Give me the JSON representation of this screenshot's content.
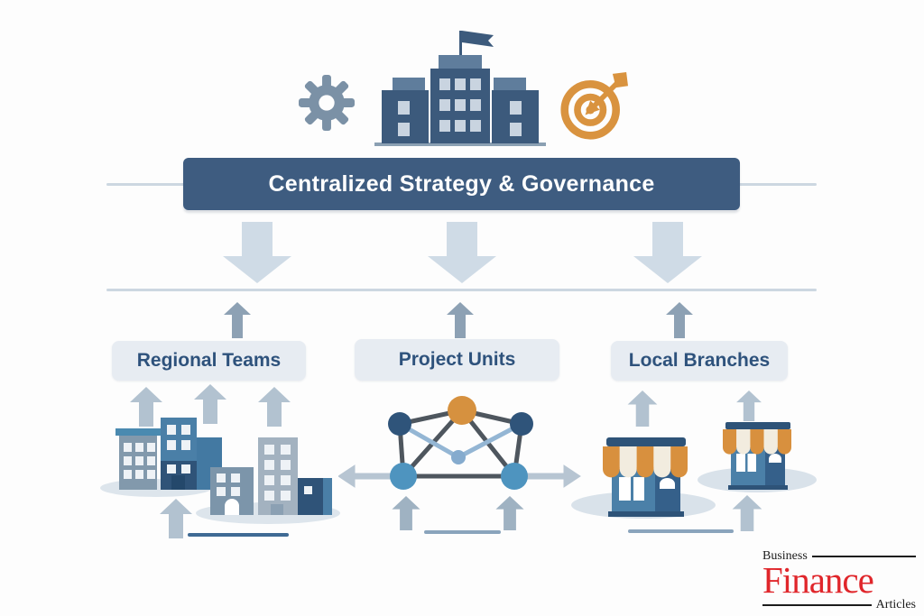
{
  "page": {
    "background": "#fdfdfd"
  },
  "header_icons": [
    {
      "name": "gear",
      "color": "#7b91a6"
    },
    {
      "name": "headquarters-building",
      "color": "#3c5a7c"
    },
    {
      "name": "target-bullseye",
      "color": "#d9933f"
    }
  ],
  "banner": {
    "label": "Centralized Strategy & Governance",
    "bg": "#3e5c80",
    "text_color": "#ffffff"
  },
  "units": [
    {
      "label": "Regional Teams",
      "illustration": "city-buildings"
    },
    {
      "label": "Project Units",
      "illustration": "network-nodes"
    },
    {
      "label": "Local Branches",
      "illustration": "storefronts"
    }
  ],
  "colors": {
    "down_arrow": "#cfdbe6",
    "up_arrow_small": "#8da1b4",
    "up_arrow_illustration": "#b2c2d0",
    "connector_line": "#ccd7e1",
    "label_box_bg": "#e7ecf2",
    "label_text": "#2e527c",
    "node_orange": "#d6913f",
    "node_dark_blue": "#2f547a",
    "node_light_blue": "#4e94bf",
    "node_small_blue": "#85abce",
    "edge_dark": "#4e565e",
    "edge_light": "#94b6d4",
    "awning_orange": "#d8903e",
    "awning_cream": "#f2ecdf",
    "shop_body_blue": "#4b80a8",
    "shop_door_blue": "#35608a",
    "roof_navy": "#2e5378",
    "shadow_ellipse": "#dce4ec"
  },
  "logo": {
    "top": "Business",
    "main": "Finance",
    "bottom": "Articles",
    "main_color": "#e0262b"
  }
}
